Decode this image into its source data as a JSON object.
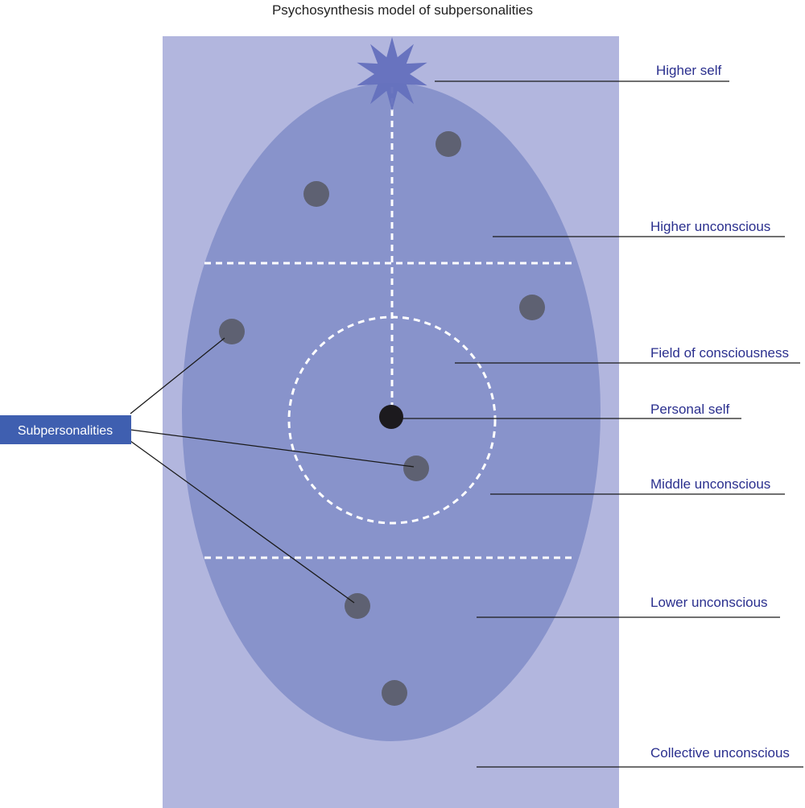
{
  "title": "Psychosynthesis model of subpersonalities",
  "subpersonalities_label": "Subpersonalities",
  "labels": {
    "higher_self": "Higher self",
    "higher_unconscious": "Higher unconscious",
    "field_of_consciousness": "Field of consciousness",
    "personal_self": "Personal self",
    "middle_unconscious": "Middle unconscious",
    "lower_unconscious": "Lower unconscious",
    "collective_unconscious": "Collective unconscious"
  },
  "colors": {
    "collective_background": "#b2b6de",
    "egg": "#8893cb",
    "star": "#6470bd",
    "subpersonality_dot": "#5e6172",
    "personal_self_dot": "#1c1a1e",
    "dashed_lines": "#ffffff",
    "label_text": "#2a2f8e",
    "subpersonalities_box": "#3f5fb0",
    "subpersonalities_text": "#ffffff",
    "leader_lines": "#1a1a1a"
  }
}
